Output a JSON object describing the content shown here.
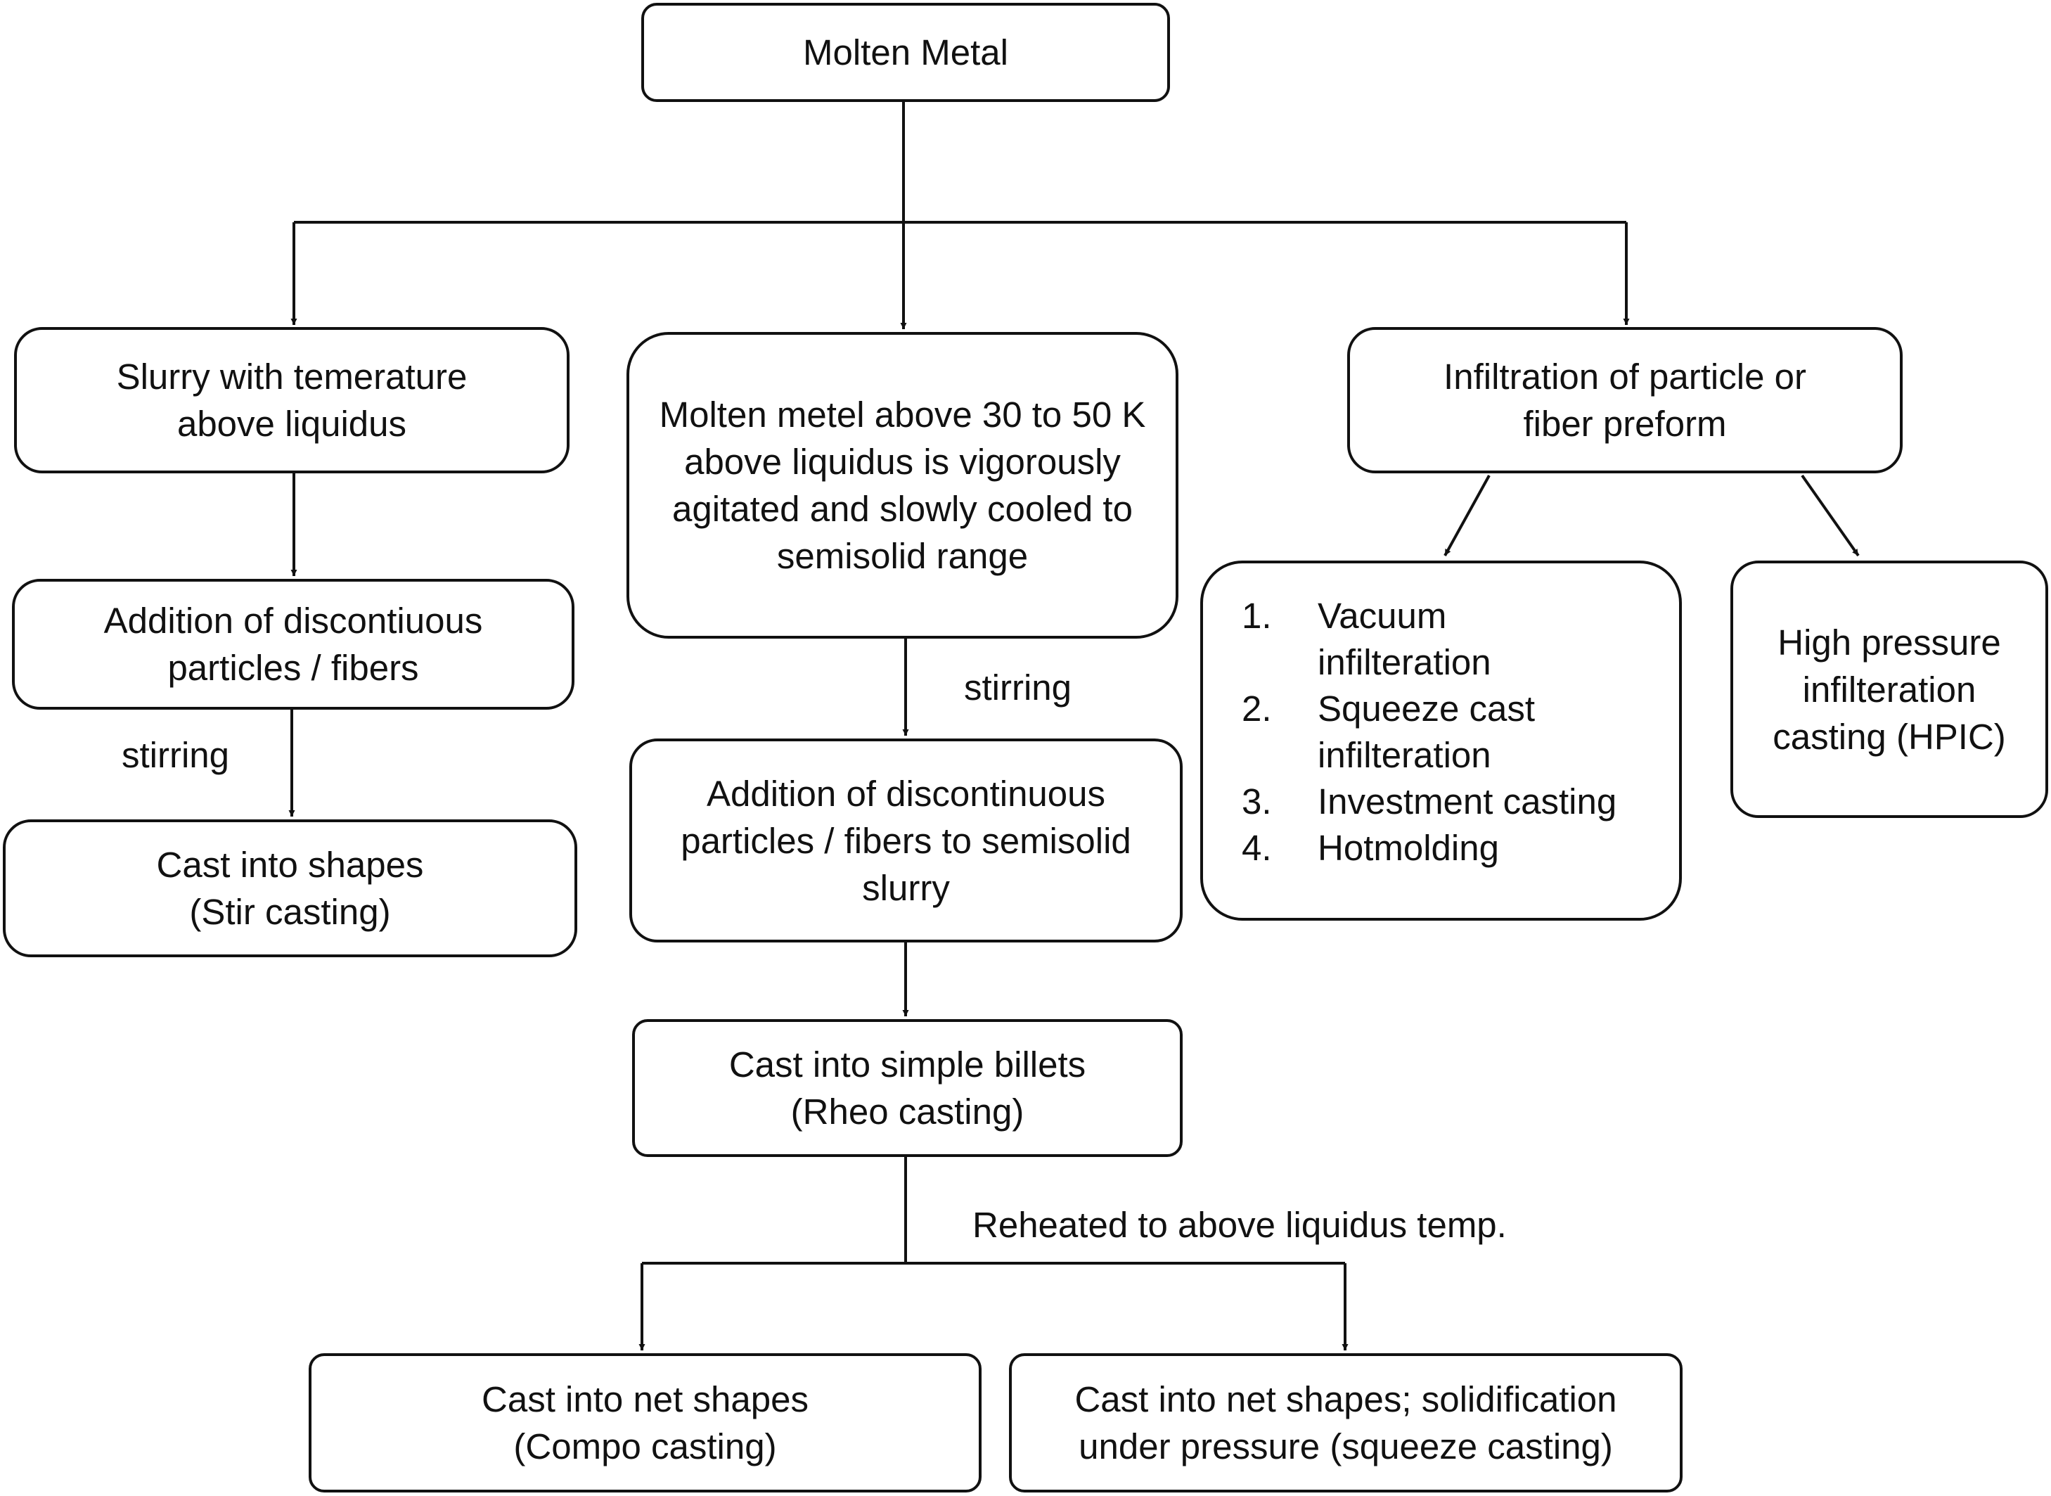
{
  "diagram": {
    "root": "Molten Metal",
    "left": {
      "slurry": "Slurry with temerature above liquidus",
      "addition": "Addition of discontiuous particles / fibers",
      "stirring": "stirring",
      "cast": "Cast into shapes (Stir casting)"
    },
    "middle": {
      "molten": "Molten metel above 30 to 50  K above liquidus is vigorously agitated and slowly cooled to semisolid range",
      "stirring": "stirring",
      "addition": "Addition of discontinuous particles / fibers to semisolid slurry",
      "billets": "Cast into simple billets (Rheo casting)",
      "reheated": "Reheated to above liquidus temp.",
      "compo": "Cast into net shapes (Compo casting)",
      "squeeze": "Cast into net shapes; solidification under pressure (squeeze casting)"
    },
    "right": {
      "infiltration": "Infiltration of particle or fiber preform",
      "methods": [
        {
          "num": "1.",
          "text": "Vacuum infilteration"
        },
        {
          "num": "2.",
          "text": "Squeeze cast infilteration"
        },
        {
          "num": "3.",
          "text": "Investment casting"
        },
        {
          "num": "4.",
          "text": "Hotmolding"
        }
      ],
      "hpic": "High pressure infilteration casting (HPIC)"
    }
  }
}
